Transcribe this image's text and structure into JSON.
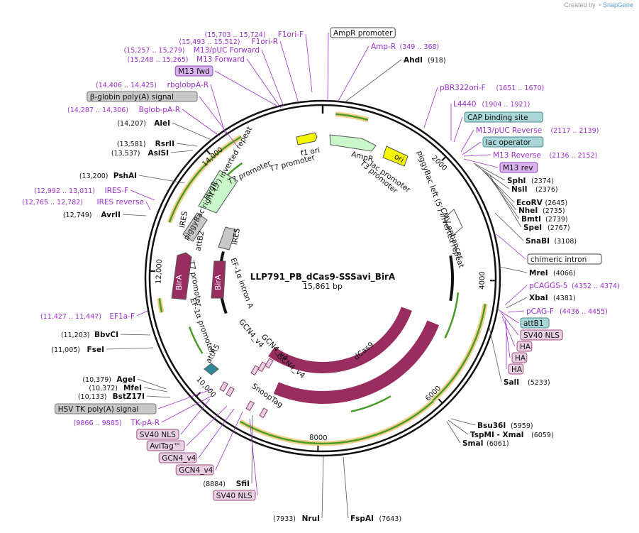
{
  "brand": {
    "created_by": "Created by",
    "app_name": "SnapGene"
  },
  "plasmid": {
    "name": "LLP791_PB_dCas9-SSSavi_BirA",
    "length": "15,861 bp"
  },
  "ticks": [
    {
      "label": "2000",
      "bp": 2000
    },
    {
      "label": "4000",
      "bp": 4000
    },
    {
      "label": "6000",
      "bp": 6000
    },
    {
      "label": "8000",
      "bp": 8000
    },
    {
      "label": "10,000",
      "bp": 10000
    },
    {
      "label": "12,000",
      "bp": 12000
    },
    {
      "label": "14,000",
      "bp": 14000
    }
  ],
  "colors": {
    "magenta_label": "#9b30c9",
    "tag_box_fill": "#e8cfe2",
    "tag_box_stroke": "#a05080",
    "mrev_fill": "#d9b3f0",
    "grey_box": "#c8c8c8",
    "teal_box": "#a9d6d8",
    "cas9": "#9a2d5f",
    "orf_green": "#c9f7c9",
    "ori_yellow": "#f5f500",
    "orange_band": "#f4d08a"
  },
  "labels_left": [
    {
      "coord": "(15,703 .. 15,724)",
      "name": "F1ori-F"
    },
    {
      "coord": "(15,493 .. 15,512)",
      "name": "F1ori-R"
    },
    {
      "coord": "(15,257 .. 15,279)",
      "name": "M13/pUC Forward"
    },
    {
      "coord": "(15,248 .. 15,265)",
      "name": "M13 Forward"
    },
    {
      "coord": "",
      "name": "M13 fwd",
      "box": "mrev"
    },
    {
      "coord": "(14,406 .. 14,425)",
      "name": "rbglobpA-R"
    },
    {
      "coord": "",
      "name": "β-globin poly(A) signal",
      "box": "grey"
    },
    {
      "coord": "(14,287 .. 14,306)",
      "name": "Bglob-pA-R"
    },
    {
      "coord": "(14,207)",
      "name": "AleI",
      "enzyme": true
    },
    {
      "coord": "(13,581)",
      "name": "RsrII",
      "enzyme": true
    },
    {
      "coord": "(13,537)",
      "name": "AsiSI",
      "enzyme": true
    },
    {
      "coord": "(13,200)",
      "name": "PshAI",
      "enzyme": true
    },
    {
      "coord": "(12,992 .. 13,011)",
      "name": "IRES-F"
    },
    {
      "coord": "(12,765 .. 12,782)",
      "name": "IRES reverse"
    },
    {
      "coord": "(12,749)",
      "name": "AvrII",
      "enzyme": true
    },
    {
      "coord": "(11,427 .. 11,447)",
      "name": "EF1a-F"
    },
    {
      "coord": "(11,203)",
      "name": "BbvCI",
      "enzyme": true
    },
    {
      "coord": "(11,005)",
      "name": "FseI",
      "enzyme": true
    },
    {
      "coord": "(10,379)",
      "name": "AgeI",
      "enzyme": true
    },
    {
      "coord": "(10,372)",
      "name": "MfeI",
      "enzyme": true
    },
    {
      "coord": "(10,133)",
      "name": "BstZ17I",
      "enzyme": true
    },
    {
      "coord": "",
      "name": "HSV TK poly(A) signal",
      "box": "grey"
    },
    {
      "coord": "(9866 .. 9885)",
      "name": "TK-pA-R"
    },
    {
      "coord": "",
      "name": "SV40 NLS",
      "box": "tag"
    },
    {
      "coord": "",
      "name": "AviTag™",
      "box": "tag"
    },
    {
      "coord": "",
      "name": "GCN4_v4",
      "box": "tag"
    },
    {
      "coord": "",
      "name": "GCN4_v4",
      "box": "tag"
    },
    {
      "coord": "(8884)",
      "name": "SfiI",
      "enzyme": true
    },
    {
      "coord": "",
      "name": "SV40 NLS",
      "box": "tag"
    },
    {
      "coord": "(7933)",
      "name": "NruI",
      "enzyme": true
    }
  ],
  "labels_right": [
    {
      "coord": "",
      "name": "AmpR promoter",
      "box": "white"
    },
    {
      "coord": "(349 .. 368)",
      "name": "Amp-R"
    },
    {
      "coord": "(918)",
      "name": "AhdI",
      "enzyme": true
    },
    {
      "coord": "(1651 .. 1670)",
      "name": "pBR322ori-F"
    },
    {
      "coord": "(1904 .. 1921)",
      "name": "L4440"
    },
    {
      "coord": "",
      "name": "CAP binding site",
      "box": "teal"
    },
    {
      "coord": "(2117 .. 2139)",
      "name": "M13/pUC Reverse"
    },
    {
      "coord": "",
      "name": "lac operator",
      "box": "teal"
    },
    {
      "coord": "(2136 .. 2152)",
      "name": "M13 Reverse"
    },
    {
      "coord": "",
      "name": "M13 rev",
      "box": "mrev"
    },
    {
      "coord": "(2374)",
      "name": "SphI",
      "enzyme": true
    },
    {
      "coord": "(2376)",
      "name": "NsiI",
      "enzyme": true
    },
    {
      "coord": "(2645)",
      "name": "EcoRV",
      "enzyme": true
    },
    {
      "coord": "(2735)",
      "name": "NheI",
      "enzyme": true
    },
    {
      "coord": "(2739)",
      "name": "BmtI",
      "enzyme": true
    },
    {
      "coord": "(2767)",
      "name": "SpeI",
      "enzyme": true
    },
    {
      "coord": "(3108)",
      "name": "SnaBI",
      "enzyme": true
    },
    {
      "coord": "",
      "name": "chimeric intron",
      "box": "white"
    },
    {
      "coord": "(4066)",
      "name": "MreI",
      "enzyme": true
    },
    {
      "coord": "(4352 .. 4374)",
      "name": "pCAGGS-5"
    },
    {
      "coord": "(4381)",
      "name": "XbaI",
      "enzyme": true
    },
    {
      "coord": "(4436 .. 4455)",
      "name": "pCAG-F"
    },
    {
      "coord": "",
      "name": "attB1",
      "box": "teal"
    },
    {
      "coord": "",
      "name": "SV40 NLS",
      "box": "tag"
    },
    {
      "coord": "",
      "name": "HA",
      "box": "tag"
    },
    {
      "coord": "",
      "name": "HA",
      "box": "tag"
    },
    {
      "coord": "",
      "name": "HA",
      "box": "tag"
    },
    {
      "coord": "(5233)",
      "name": "SalI",
      "enzyme": true
    },
    {
      "coord": "(5959)",
      "name": "Bsu36I",
      "enzyme": true
    },
    {
      "coord": "(6059)",
      "name": "TspMI - XmaI",
      "enzyme": true
    },
    {
      "coord": "(6061)",
      "name": "SmaI",
      "enzyme": true
    },
    {
      "coord": "(7643)",
      "name": "FspAI",
      "enzyme": true
    }
  ],
  "inner_labels": [
    "f1 ori",
    "T7 promoter",
    "AmpR",
    "ori",
    "lac promoter",
    "T3 promoter",
    "piggyBac left (5') inverted repeat",
    "CMV enhancer",
    "dCas9",
    "Cas9",
    "SnoopTag",
    "GCN4_v4",
    "GCN4_v4",
    "GCN4_v4",
    "EF-1α intron A",
    "EF-1α promoter",
    "T7 promoter",
    "attR5",
    "BirA",
    "BirA",
    "IRES",
    "IRES",
    "attB2",
    "HygR",
    "piggyBac right (3') inverted repeat",
    "T7 promoter"
  ]
}
